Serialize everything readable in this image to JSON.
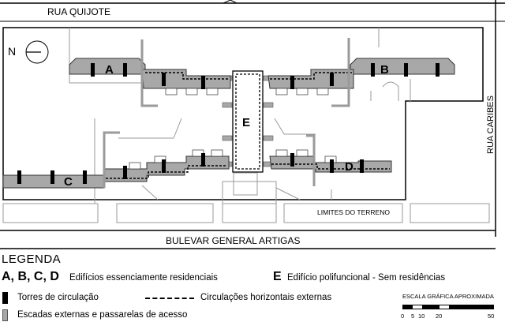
{
  "plan": {
    "streets": {
      "top": "RUA QUIJOTE",
      "bottom": "BULEVAR GENERAL ARTIGAS",
      "right": "RUA CARIBES"
    },
    "north_label": "N",
    "lot_limit_label": "LIMITES DO TERRENO",
    "buildings": {
      "a": "A",
      "b": "B",
      "c": "C",
      "d": "D",
      "e": "E"
    }
  },
  "legend": {
    "title": "LEGENDA",
    "abcd_letters": "A, B, C, D",
    "abcd_text": "Edifícios essenciamente residenciais",
    "e_letter": "E",
    "e_text": "Edifício polifuncional - Sem residências",
    "towers_text": "Torres de circulação",
    "circulation_text": "Circulações horizontais externas",
    "stairs_text": "Escadas externas e passarelas de acesso",
    "scale": {
      "title": "ESCALA GRÁFICA APROXIMADA",
      "ticks": [
        "0",
        "5",
        "10",
        "20",
        "50"
      ]
    }
  },
  "colors": {
    "building_fill": "#a8a8a8",
    "lines": "#000000",
    "thin_lines": "#9a9a9a"
  }
}
